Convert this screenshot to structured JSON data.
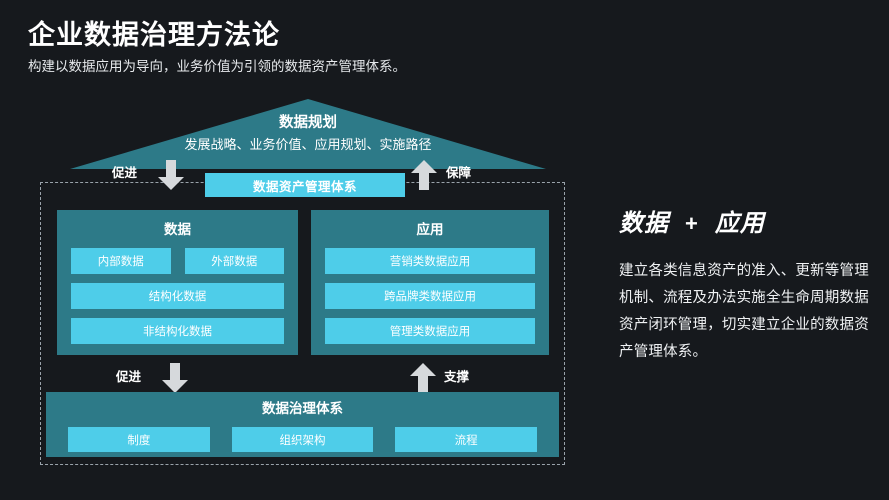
{
  "header": {
    "title": "企业数据治理方法论",
    "subtitle": "构建以数据应用为导向，业务价值为引领的数据资产管理体系。"
  },
  "diagram": {
    "roof": {
      "title": "数据规划",
      "subtitle": "发展战略、业务价值、应用规划、实施路径"
    },
    "asset_chip": "数据资产管理体系",
    "flow_labels": {
      "top_left": "促进",
      "top_right": "保障",
      "bottom_left": "促进",
      "bottom_right": "支撑"
    },
    "panels": [
      {
        "title": "数据",
        "rows": [
          [
            "内部数据",
            "外部数据"
          ],
          [
            "结构化数据"
          ],
          [
            "非结构化数据"
          ]
        ]
      },
      {
        "title": "应用",
        "rows": [
          [
            "营销类数据应用"
          ],
          [
            "跨品牌类数据应用"
          ],
          [
            "管理类数据应用"
          ]
        ]
      }
    ],
    "governance": {
      "title": "数据治理体系",
      "items": [
        "制度",
        "组织架构",
        "流程"
      ]
    }
  },
  "right": {
    "heading_left": "数据",
    "heading_plus": "+",
    "heading_right": "应用",
    "body": "建立各类信息资产的准入、更新等管理机制、流程及办法实施全生命周期数据资产闭环管理，切实建立企业的数据资产管理体系。"
  },
  "colors": {
    "background": "#16191d",
    "teal": "#2d7a88",
    "cyan": "#4ecde9",
    "arrow_gray": "#d6d9dc",
    "dashed_border": "#9aa3ab"
  }
}
